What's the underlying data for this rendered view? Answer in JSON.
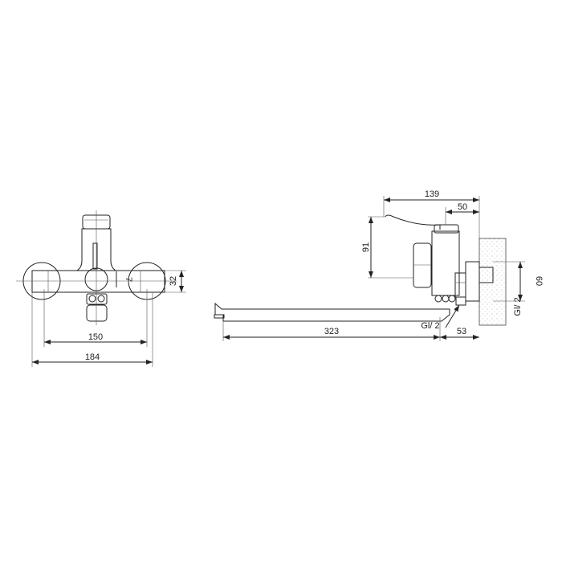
{
  "front_view": {
    "dimensions": {
      "d150": "150",
      "d184": "184",
      "d32": "32",
      "d7": "7"
    }
  },
  "side_view": {
    "dimensions": {
      "d139": "139",
      "d50": "50",
      "d91": "91",
      "d60": "60",
      "d323": "323",
      "d53": "53"
    },
    "thread_label_bottom": "Gl/ 2",
    "thread_label_wall": "Gl/ 2"
  }
}
